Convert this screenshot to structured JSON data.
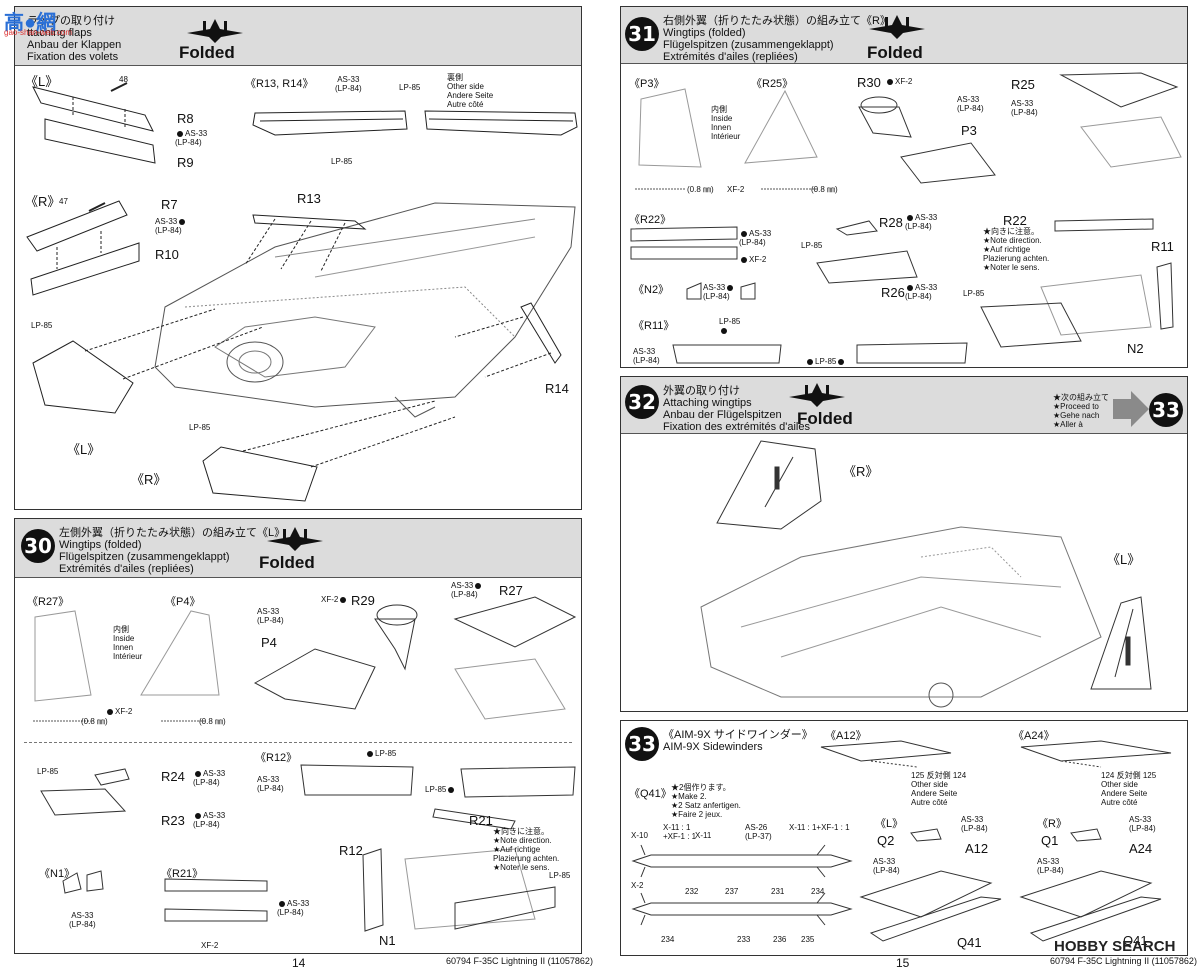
{
  "left_page": {
    "page_number": "14",
    "step29": {
      "title_jp": "ラップの取り付け",
      "title_en": "ttaching flaps",
      "title_de": "Anbau der Klappen",
      "title_fr": "Fixation des volets",
      "folded": "Folded",
      "labels": {
        "L1": "《L》",
        "R1": "《R》",
        "L_bottom": "《L》",
        "R_bottom": "《R》",
        "r13r14": "《R13, R14》",
        "R8": "R8",
        "R9": "R9",
        "R7": "R7",
        "R10": "R10",
        "R13": "R13",
        "R14": "R14",
        "n48": "48",
        "n47": "47",
        "as33_a": "AS-33",
        "lp84_a": "(LP-84)",
        "as33_b": "AS-33",
        "lp84_b": "(LP-84)",
        "as33_c": "AS-33",
        "lp84_c": "(LP-84)",
        "lp85_a": "LP-85",
        "lp85_b": "LP-85",
        "lp85_c": "LP-85",
        "lp85_d": "LP-85",
        "other_jp": "裏側",
        "other_en": "Other side",
        "other_de": "Andere Seite",
        "other_fr": "Autre côté"
      }
    },
    "step30": {
      "number": "30",
      "title_jp": "左側外翼（折りたたみ状態）の組み立て《L》",
      "title_en": "Wingtips (folded)",
      "title_de": "Flügelspitzen (zusammengeklappt)",
      "title_fr": "Extrémités d'ailes (repliées)",
      "folded": "Folded",
      "labels": {
        "r27": "《R27》",
        "p4": "《P4》",
        "r12": "《R12》",
        "n1": "《N1》",
        "r21": "《R21》",
        "inside_jp": "内側",
        "inside_en": "Inside",
        "inside_de": "Innen",
        "inside_fr": "Intérieur",
        "xf2_a": "XF-2",
        "mm_a": "(0.8 ㎜)",
        "mm_b": "(0.8 ㎜)",
        "xf2_r29": "XF-2",
        "R29": "R29",
        "as33_p4": "AS-33",
        "lp84_p4": "(LP-84)",
        "P4": "P4",
        "as33_r27": "AS-33",
        "lp84_r27": "(LP-84)",
        "R27": "R27",
        "lp85_r12": "LP-85",
        "as33_r12": "AS-33",
        "lp84_r12": "(LP-84)",
        "lp85_r12b": "LP-85",
        "lp85_r24": "LP-85",
        "R24": "R24",
        "as33_r24": "AS-33",
        "lp84_r24": "(LP-84)",
        "R23": "R23",
        "as33_r23": "AS-33",
        "lp84_r23": "(LP-84)",
        "R21": "R21",
        "note_jp": "★向きに注意。",
        "note_en": "★Note direction.",
        "note_de": "★Auf richtige",
        "note_de2": "Plazierung achten.",
        "note_fr": "★Noter le sens.",
        "R12": "R12",
        "lp85_r21": "LP-85",
        "N1": "N1",
        "as33_n1": "AS-33",
        "lp84_n1": "(LP-84)",
        "as33_r21": "AS-33",
        "lp84_r21": "(LP-84)",
        "xf2_r21": "XF-2"
      }
    }
  },
  "right_page": {
    "page_number": "15",
    "footer": "60794 F-35C Lightning II (11057862)",
    "footer_left": "60794 F-35C Lightning II (11057862)",
    "step31": {
      "number": "31",
      "title_jp": "右側外翼（折りたたみ状態）の組み立て《R》",
      "title_en": "Wingtips (folded)",
      "title_de": "Flügelspitzen (zusammengeklappt)",
      "title_fr": "Extrémités d'ailes (repliées)",
      "folded": "Folded",
      "labels": {
        "p3": "《P3》",
        "r25": "《R25》",
        "r22": "《R22》",
        "n2": "《N2》",
        "r11": "《R11》",
        "inside_jp": "内側",
        "inside_en": "Inside",
        "inside_de": "Innen",
        "inside_fr": "Intérieur",
        "mm_a": "(0.8 ㎜)",
        "xf2_a": "XF-2",
        "mm_b": "(0.8 ㎜)",
        "R30": "R30",
        "xf2_r30": "XF-2",
        "as33_p3": "AS-33",
        "lp84_p3": "(LP-84)",
        "P3": "P3",
        "R25": "R25",
        "as33_r25": "AS-33",
        "lp84_r25": "(LP-84)",
        "as33_r22": "AS-33",
        "lp84_r22": "(LP-84)",
        "xf2_r22": "XF-2",
        "R28": "R28",
        "as33_r28": "AS-33",
        "lp84_r28": "(LP-84)",
        "lp85_r26": "LP-85",
        "R26": "R26",
        "as33_r26": "AS-33",
        "lp84_r26": "(LP-84)",
        "as33_n2": "AS-33",
        "lp84_n2": "(LP-84)",
        "lp85_r11": "LP-85",
        "as33_r11": "AS-33",
        "lp84_r11": "(LP-84)",
        "lp85_r11b": "LP-85",
        "R22": "R22",
        "note_jp": "★向きに注意。",
        "note_en": "★Note direction.",
        "note_de": "★Auf richtige",
        "note_de2": "Plazierung achten.",
        "note_fr": "★Noter le sens.",
        "R11": "R11",
        "lp85_w": "LP-85",
        "N2": "N2"
      }
    },
    "step32": {
      "number": "32",
      "title_jp": "外翼の取り付け",
      "title_en": "Attaching wingtips",
      "title_de": "Anbau der Flügelspitzen",
      "title_fr": "Fixation des extrémités d'ailes",
      "folded": "Folded",
      "next_jp": "★次の組み立て",
      "next_en": "★Proceed to",
      "next_de": "★Gehe nach",
      "next_fr": "★Aller à",
      "next_step": "33",
      "labels": {
        "R": "《R》",
        "L": "《L》"
      }
    },
    "step33": {
      "number": "33",
      "title_jp": "《AIM-9X サイドワインダー》",
      "title_en": "AIM-9X Sidewinders",
      "labels": {
        "a12": "《A12》",
        "a24": "《A24》",
        "q41": "《Q41》",
        "make_jp": "★2個作ります。",
        "make_en": "★Make 2.",
        "make_de": "★2 Satz anfertigen.",
        "make_fr": "★Faire 2 jeux.",
        "x10": "X-10",
        "x11a": "X-11 : 1",
        "xf1a": "+XF-1 : 1",
        "x11b": "X-11",
        "as26": "AS-26",
        "lp37": "(LP-37)",
        "mix2": "X-11 : 1+XF-1 : 1",
        "x2": "X-2",
        "n232": "232",
        "n237": "237",
        "n231": "231",
        "n234": "234",
        "n234b": "234",
        "n233": "233",
        "n236": "236",
        "n235": "235",
        "n125": "125",
        "opp_jp": "反対側",
        "n124": "124",
        "other_en": "Other side",
        "other_de": "Andere Seite",
        "other_fr": "Autre côté",
        "n124b": "124",
        "opp_jp2": "反対側",
        "n125b": "125",
        "other_en2": "Other side",
        "other_de2": "Andere Seite",
        "other_fr2": "Autre côté",
        "L": "《L》",
        "Q2": "Q2",
        "as33_q2": "AS-33",
        "lp84_q2": "(LP-84)",
        "A12": "A12",
        "as33_a12": "AS-33",
        "lp84_a12": "(LP-84)",
        "Q41a": "Q41",
        "R": "《R》",
        "Q1": "Q1",
        "as33_q1": "AS-33",
        "lp84_q1": "(LP-84)",
        "A24": "A24",
        "as33_a24": "AS-33",
        "lp84_a24": "(LP-84)",
        "Q41b": "Q41"
      }
    },
    "watermark": "HOBBY SEARCH"
  },
  "corner_watermark": {
    "cn": "高●網",
    "url": "gao-shan-web.com"
  },
  "colors": {
    "header_gray": "#dcdcdc",
    "ink": "#111111",
    "arrow_gray": "#8a8a8a"
  }
}
